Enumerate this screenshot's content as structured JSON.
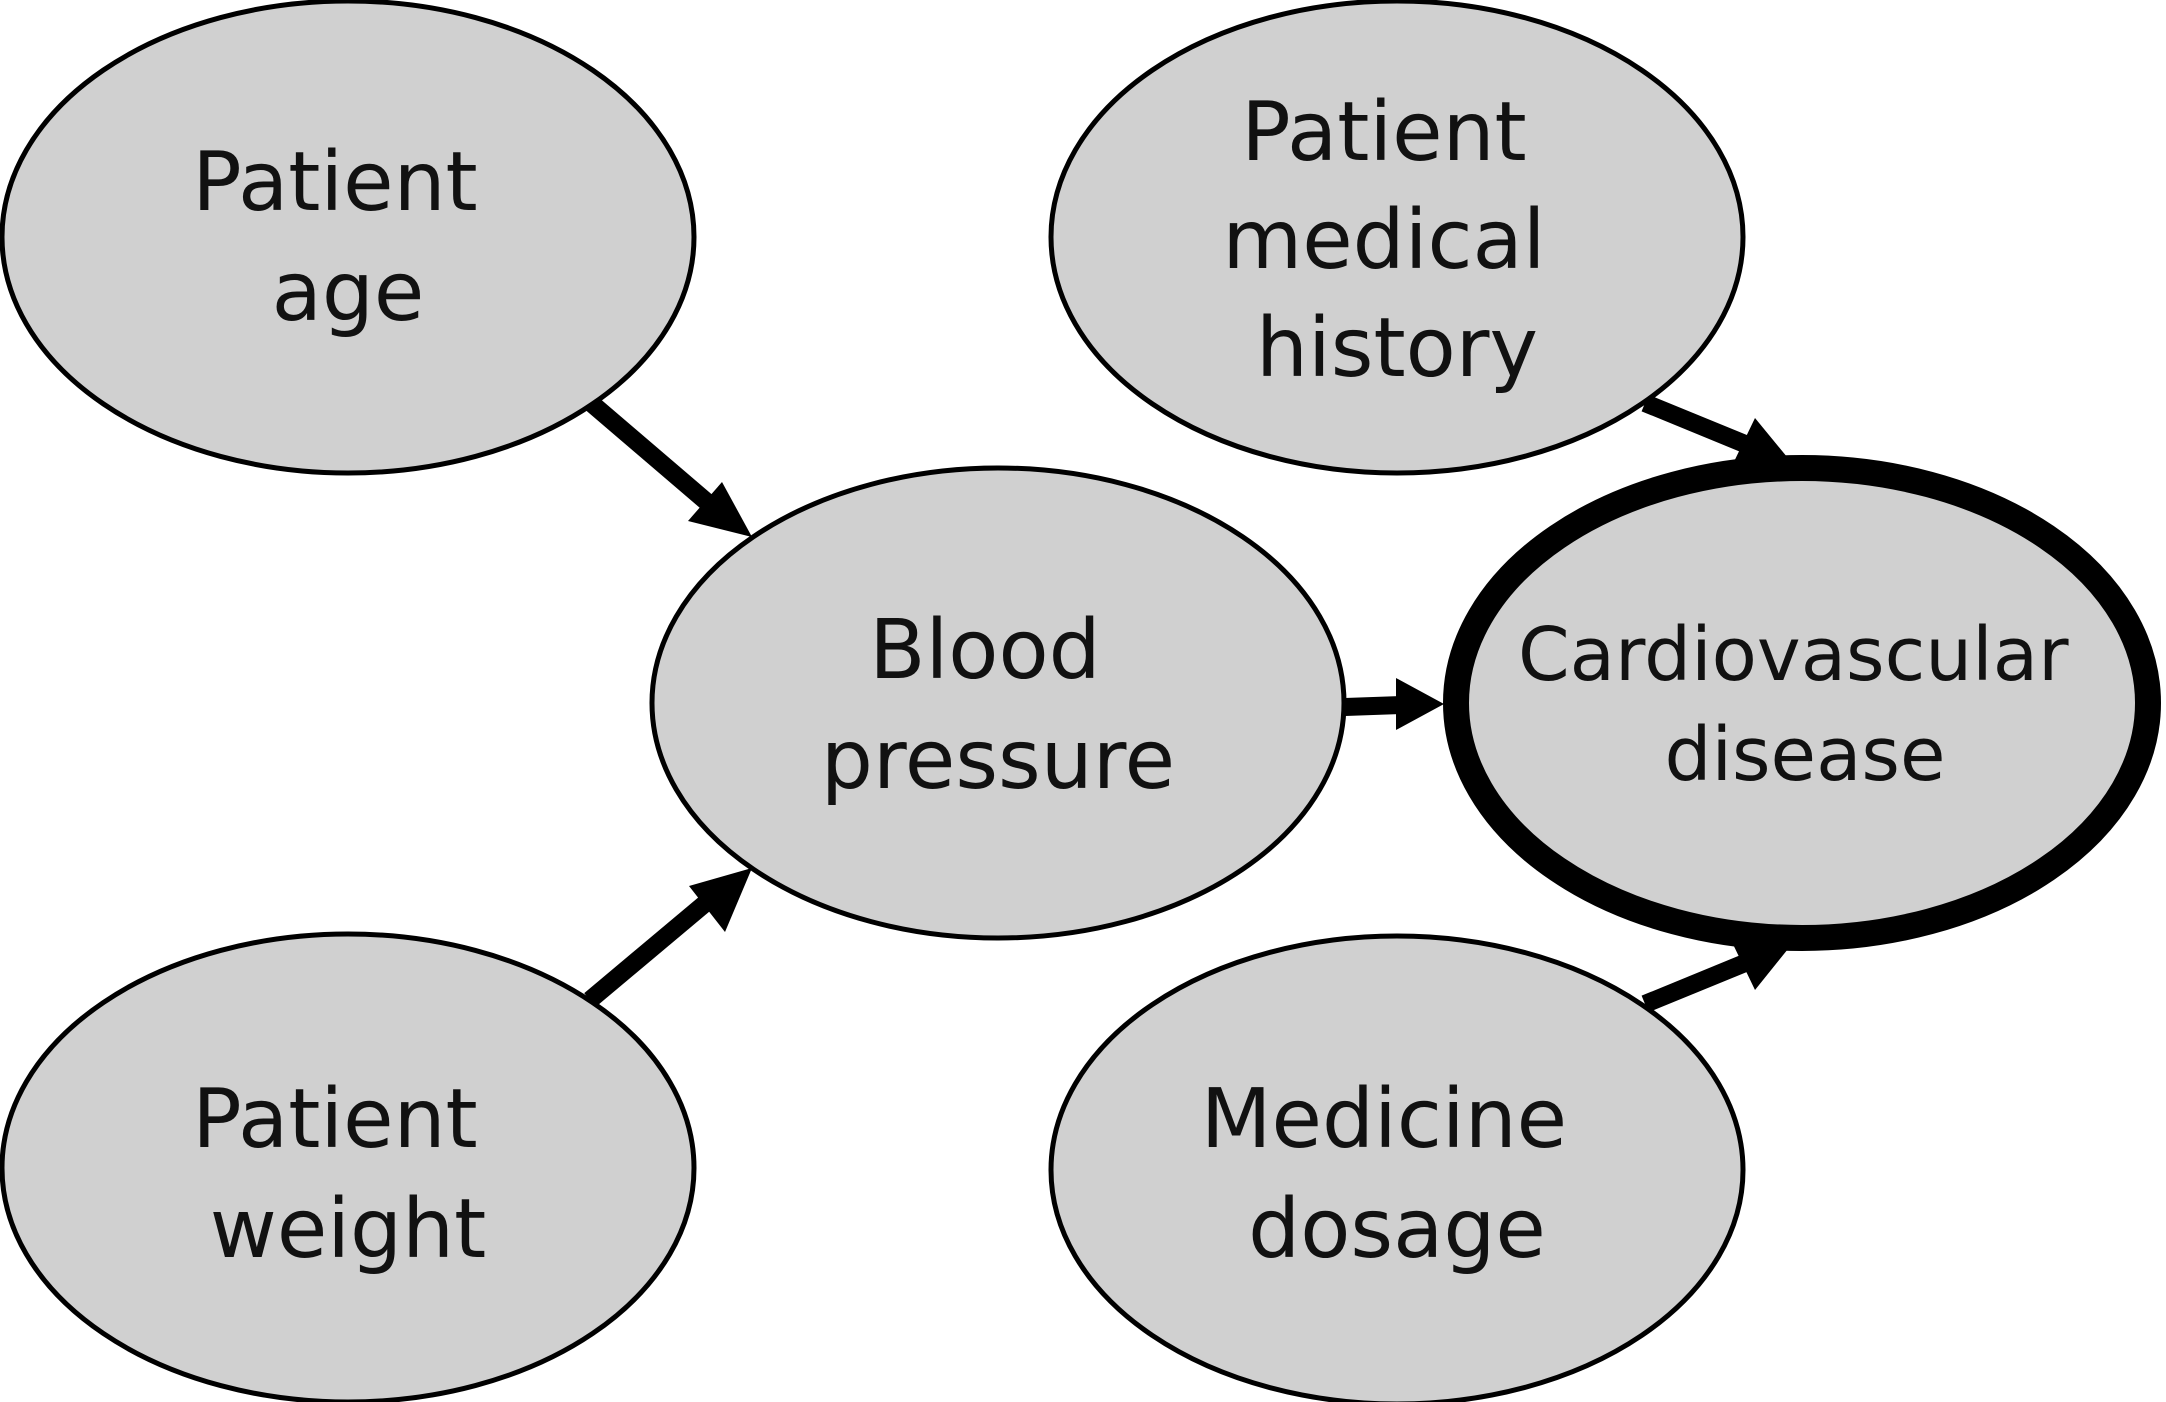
{
  "nodes": {
    "patient_age": {
      "lines": [
        "Patient",
        "age"
      ]
    },
    "patient_weight": {
      "lines": [
        "Patient",
        "weight"
      ]
    },
    "blood_pressure": {
      "lines": [
        "Blood",
        "pressure"
      ]
    },
    "patient_medical_history": {
      "lines": [
        "Patient",
        "medical",
        "history"
      ]
    },
    "medicine_dosage": {
      "lines": [
        "Medicine",
        "dosage"
      ]
    },
    "cardiovascular_disease": {
      "lines": [
        "Cardiovascular",
        "disease"
      ]
    }
  },
  "edges": [
    {
      "from": "patient_age",
      "to": "blood_pressure"
    },
    {
      "from": "patient_weight",
      "to": "blood_pressure"
    },
    {
      "from": "blood_pressure",
      "to": "cardiovascular_disease"
    },
    {
      "from": "patient_medical_history",
      "to": "cardiovascular_disease"
    },
    {
      "from": "medicine_dosage",
      "to": "cardiovascular_disease"
    }
  ],
  "highlighted_node": "cardiovascular_disease",
  "colors": {
    "node_fill": "#d0d0d0",
    "stroke": "#000000",
    "text": "#111111",
    "background": "#ffffff"
  }
}
